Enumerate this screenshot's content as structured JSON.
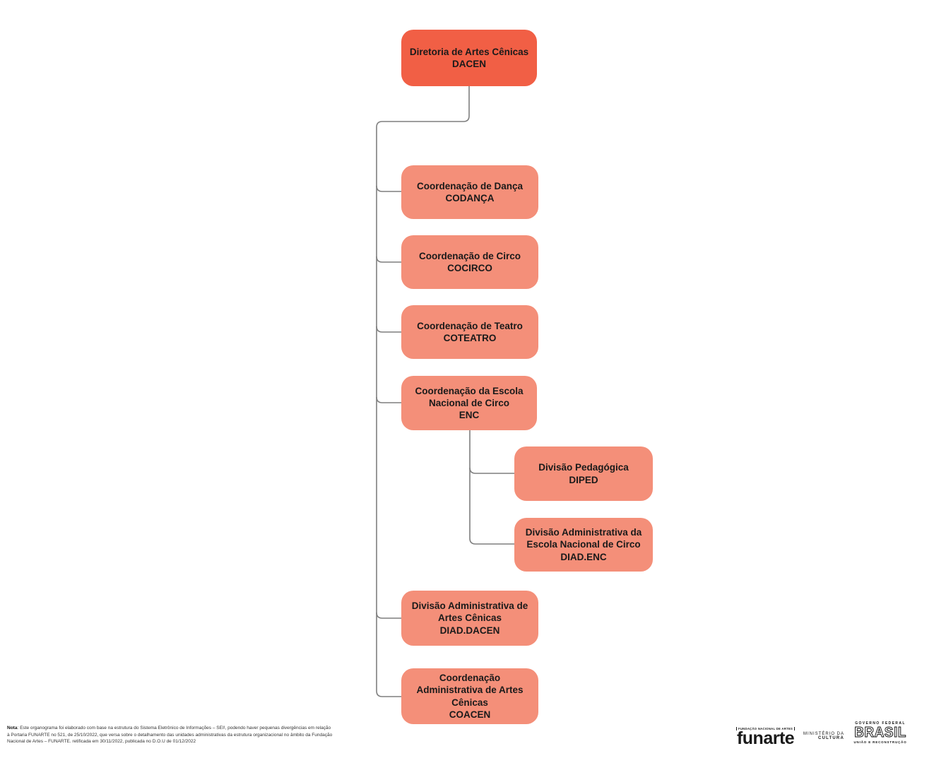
{
  "org_chart": {
    "colors": {
      "root": "#F15F45",
      "child": "#F48F79",
      "connector": "#7f7f7f",
      "text": "#1a1a1a"
    },
    "root": {
      "title": "Diretoria de Artes Cênicas",
      "acronym": "DACEN"
    },
    "level1": [
      {
        "title": "Coordenação de Dança",
        "acronym": "CODANÇA"
      },
      {
        "title": "Coordenação de Circo",
        "acronym": "COCIRCO"
      },
      {
        "title": "Coordenação de Teatro",
        "acronym": "COTEATRO"
      },
      {
        "title": "Coordenação da Escola Nacional de Circo",
        "acronym": "ENC"
      },
      {
        "title": "Divisão Administrativa de Artes Cênicas",
        "acronym": "DIAD.DACEN"
      },
      {
        "title": "Coordenação Administrativa de Artes Cênicas",
        "acronym": "COACEN"
      }
    ],
    "level2": [
      {
        "title": "Divisão Pedagógica",
        "acronym": "DIPED"
      },
      {
        "title": "Divisão Administrativa da Escola Nacional de Circo",
        "acronym": "DIAD.ENC"
      }
    ]
  },
  "note": {
    "label": "Nota",
    "text": ": Este organograma foi elaborado com base na estrutura do Sistema Eletrônico de Informações – SEI!, podendo haver pequenas divergências em relação à Portaria FUNARTE no 521, de 25/10/2022, que versa sobre o detalhamento das unidades administrativas da estrutura organizacional no âmbito da Fundação Nacional de Artes – FUNARTE. retificada em 30/11/2022, publicada no D.O.U de 01/12/2022"
  },
  "footer_logos": {
    "funarte": {
      "tagline": "FUNDAÇÃO NACIONAL DE ARTES",
      "wordmark": "funarte"
    },
    "ministerio": {
      "line1": "MINISTÉRIO DA",
      "line2": "CULTURA"
    },
    "governo": {
      "top": "GOVERNO FEDERAL",
      "wordmark": "BRASIL",
      "bottom": "UNIÃO E RECONSTRUÇÃO"
    }
  }
}
